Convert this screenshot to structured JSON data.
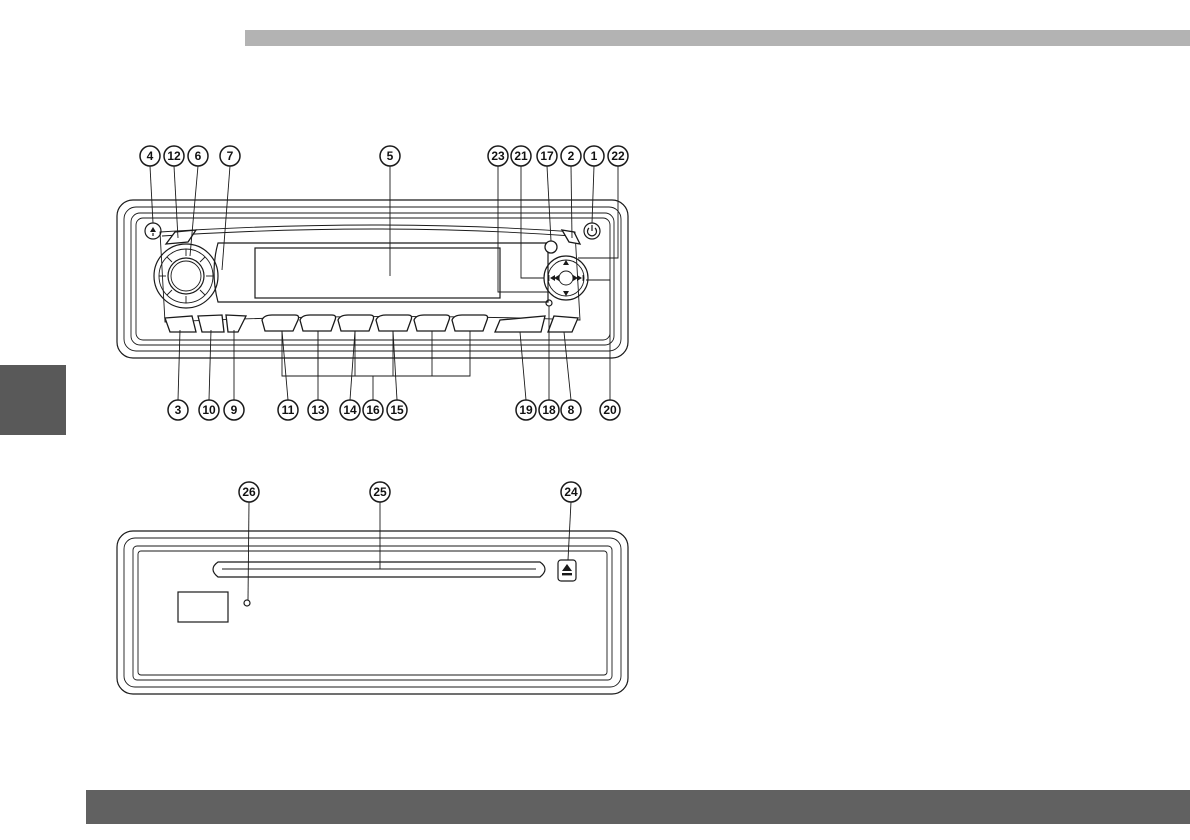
{
  "colors": {
    "top_bar": "#b3b3b3",
    "side_tab": "#595959",
    "bottom_bar": "#616161",
    "line": "#1a1a1a"
  },
  "front_panel": {
    "callouts_top": [
      "4",
      "12",
      "6",
      "7",
      "5",
      "23",
      "21",
      "17",
      "2",
      "1",
      "22"
    ],
    "callouts_bottom": [
      "3",
      "10",
      "9",
      "11",
      "13",
      "14",
      "16",
      "15",
      "19",
      "18",
      "8",
      "20"
    ]
  },
  "cd_panel": {
    "callouts": [
      "26",
      "25",
      "24"
    ]
  },
  "icons": {
    "power": "power-icon",
    "release": "release-icon",
    "up": "arrow-up-icon",
    "down": "arrow-down-icon",
    "prev": "skip-back-icon",
    "next": "skip-forward-icon",
    "eject": "eject-icon"
  }
}
